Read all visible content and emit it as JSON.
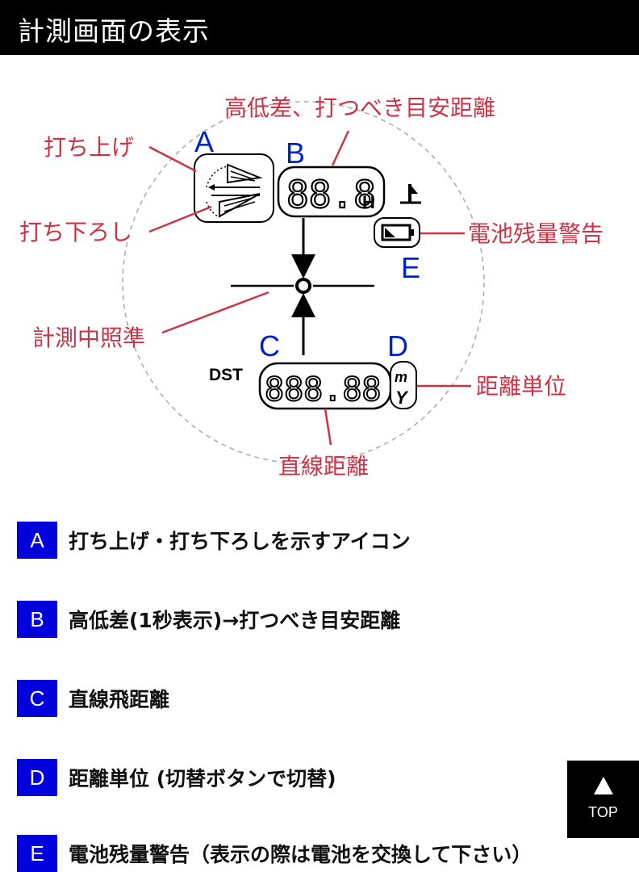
{
  "header": {
    "title": "計測画面の表示"
  },
  "diagram": {
    "letters": {
      "a": "A",
      "b": "B",
      "c": "C",
      "d": "D",
      "e": "E"
    },
    "labels": {
      "elevation": "高低差、打つべき目安距離",
      "uphill": "打ち上げ",
      "downhill": "打ち下ろし",
      "battery": "電池残量警告",
      "aiming": "計測中照準",
      "unit": "距離単位",
      "distance": "直線距離"
    },
    "lcd": {
      "top_digits": "88.8",
      "top_suffix": "H",
      "bottom_digits": "888.88",
      "dst": "DST",
      "unit_m": "m",
      "unit_y": "Y"
    },
    "colors": {
      "label": "#cc3344",
      "letter": "#0022cc",
      "badge": "#0000dd"
    }
  },
  "legend": [
    {
      "letter": "A",
      "text": "打ち上げ・打ち下ろしを示すアイコン"
    },
    {
      "letter": "B",
      "text": "高低差(1秒表示)→打つべき目安距離"
    },
    {
      "letter": "C",
      "text": "直線飛距離"
    },
    {
      "letter": "D",
      "text": "距離単位 (切替ボタンで切替)"
    },
    {
      "letter": "E",
      "text": "電池残量警告（表示の際は電池を交換して下さい）"
    }
  ],
  "top_button": {
    "label": "TOP"
  }
}
